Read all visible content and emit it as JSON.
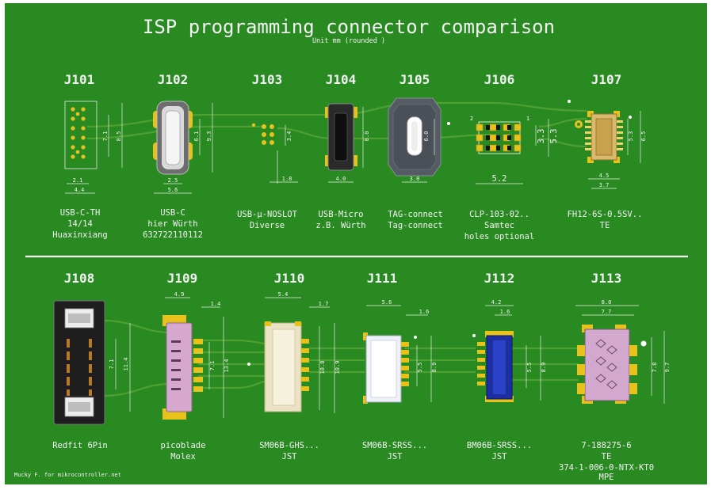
{
  "title": "ISP programming connector comparison",
  "subtitle": "Unit mm (rounded )",
  "footer": "Mucky F. for mikrocontroller.net",
  "colors": {
    "board": "#2a8a22",
    "trace": "#4ea033",
    "pad": "#e7c21c",
    "silk": "#f2f2f2"
  },
  "connectors": [
    {
      "ref": "J101",
      "lines": [
        "USB-C-TH",
        "14/14",
        "Huaxinxiang"
      ],
      "dims": [
        "2.1",
        "4.4",
        "7.1",
        "8.5"
      ]
    },
    {
      "ref": "J102",
      "lines": [
        "USB-C",
        "hier Würth",
        "632722110112"
      ],
      "dims": [
        "2.5",
        "5.6",
        "6.1",
        "9.3"
      ]
    },
    {
      "ref": "J103",
      "lines": [
        "USB-µ-NOSLOT",
        "Diverse"
      ],
      "dims": [
        "3.4",
        "1.8"
      ]
    },
    {
      "ref": "J104",
      "lines": [
        "USB-Micro",
        "z.B. Würth"
      ],
      "dims": [
        "4.0",
        "8.0"
      ]
    },
    {
      "ref": "J105",
      "lines": [
        "TAG-connect",
        "Tag-connect"
      ],
      "dims": [
        "3.0",
        "6.0"
      ]
    },
    {
      "ref": "J106",
      "lines": [
        "CLP-103-02..",
        "Samtec",
        "holes optional"
      ],
      "dims": [
        "5.2",
        "3.3",
        "5.3",
        "2",
        "1"
      ]
    },
    {
      "ref": "J107",
      "lines": [
        "FH12-6S-0.5SV..",
        "TE"
      ],
      "dims": [
        "4.5",
        "3.7",
        "5.3",
        "6.5"
      ]
    },
    {
      "ref": "J108",
      "lines": [
        "Redfit 6Pin"
      ],
      "dims": [
        "7.1",
        "11.4"
      ]
    },
    {
      "ref": "J109",
      "lines": [
        "picoblade",
        "Molex"
      ],
      "dims": [
        "4.9",
        "1.4",
        "7.1",
        "13.4"
      ]
    },
    {
      "ref": "J110",
      "lines": [
        "SM06B-GHS...",
        "JST"
      ],
      "dims": [
        "5.4",
        "1.7",
        "10.8",
        "10.9"
      ]
    },
    {
      "ref": "J111",
      "lines": [
        "SM06B-SRSS...",
        "JST"
      ],
      "dims": [
        "5.6",
        "1.6",
        "5.5",
        "8.9"
      ]
    },
    {
      "ref": "J112",
      "lines": [
        "BM06B-SRSS...",
        "JST"
      ],
      "dims": [
        "4.2",
        "1.6",
        "5.5",
        "8.9"
      ]
    },
    {
      "ref": "J113",
      "lines": [
        "7-188275-6",
        "TE",
        "374-1-006-0-NTX-KT0",
        "MPE"
      ],
      "dims": [
        "8.0",
        "7.7",
        "7.8",
        "9.7"
      ]
    }
  ]
}
